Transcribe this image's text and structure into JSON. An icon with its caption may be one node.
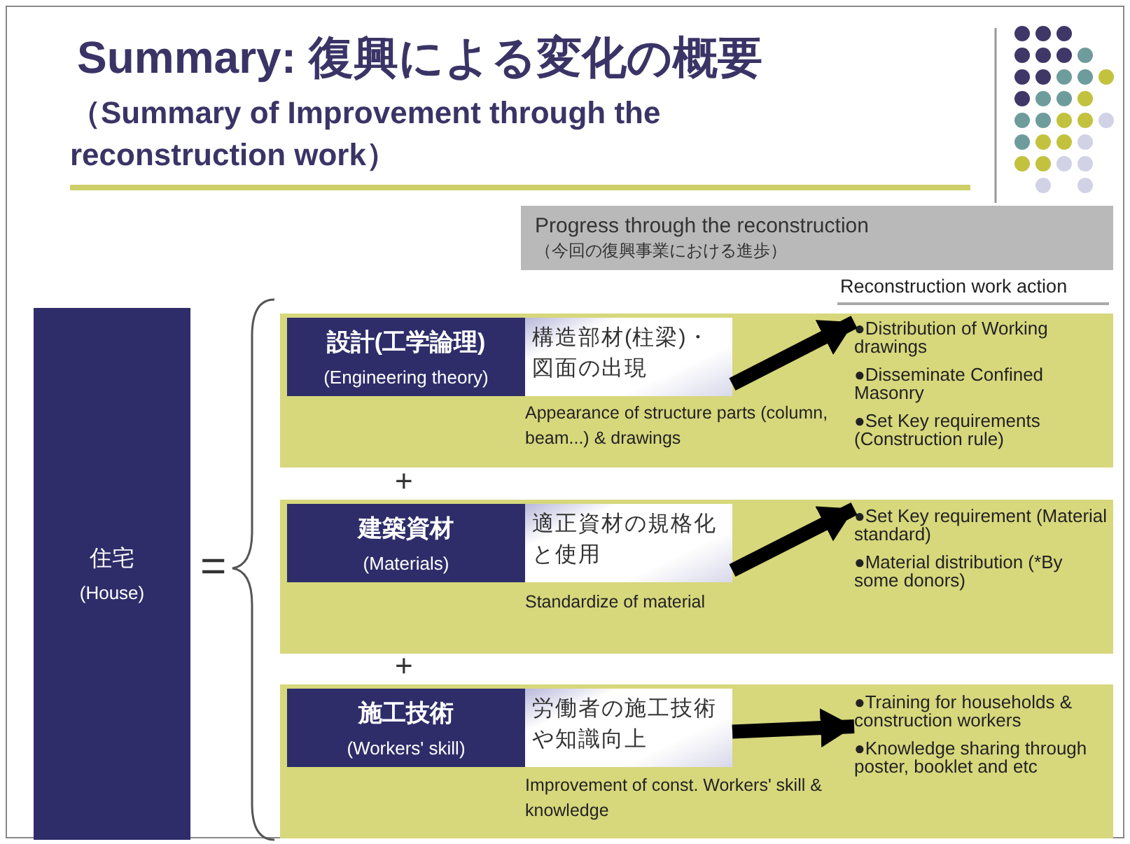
{
  "diagram": {
    "title": "Summary: 復興による変化の概要",
    "nodes": [
      {
        "text": [
          "Progress through the reconstruction",
          "（今回の復興事業における進歩）"
        ]
      },
      {
        "text": [
          "住宅",
          "(House)"
        ]
      },
      {
        "text": [],
        "shape": "box"
      },
      {
        "text": [
          "設計(工学論理)",
          "(Engineering theory)"
        ],
        "in": 2
      },
      {
        "text": [
          "構造部材(柱梁)・図面の出現"
        ],
        "in": 2,
        "beside": [
          "Appearance of structure parts (column, beam...) & drawings"
        ]
      },
      {
        "text": [
          "●Distribution of Working drawings",
          "●Disseminate Confined Masonry",
          "●Set Key requirements (Construction rule)"
        ],
        "in": 2
      },
      {
        "text": [],
        "shape": "box"
      },
      {
        "text": [
          "建築資材",
          "(Materials)"
        ],
        "in": 6
      },
      {
        "text": [
          "適正資材の規格化と使用"
        ],
        "in": 6,
        "beside": [
          "Standardize of material"
        ]
      },
      {
        "text": [
          "●Set Key requirement (Material standard)",
          "●Material distribution (*By some donors)"
        ],
        "in": 6
      },
      {
        "text": [],
        "shape": "box"
      },
      {
        "text": [
          "施工技術",
          "(Workers' skill)"
        ],
        "in": 10
      },
      {
        "text": [
          "労働者の施工技術や知識向上"
        ],
        "in": 10,
        "beside": [
          "Improvement of const. Workers' skill & knowledge"
        ]
      },
      {
        "text": [
          "●Training for households & construction workers",
          "●Knowledge sharing through poster, booklet and etc"
        ],
        "in": 10
      }
    ],
    "edges": [
      {
        "from": 4,
        "to": 5,
        "arrow": "to"
      },
      {
        "from": 8,
        "to": 9,
        "arrow": "to"
      },
      {
        "from": 12,
        "to": 13,
        "arrow": "to"
      }
    ],
    "labels": [
      "（Summary of Improvement through the reconstruction work）",
      "Reconstruction work action",
      "=",
      "+",
      "+"
    ]
  }
}
